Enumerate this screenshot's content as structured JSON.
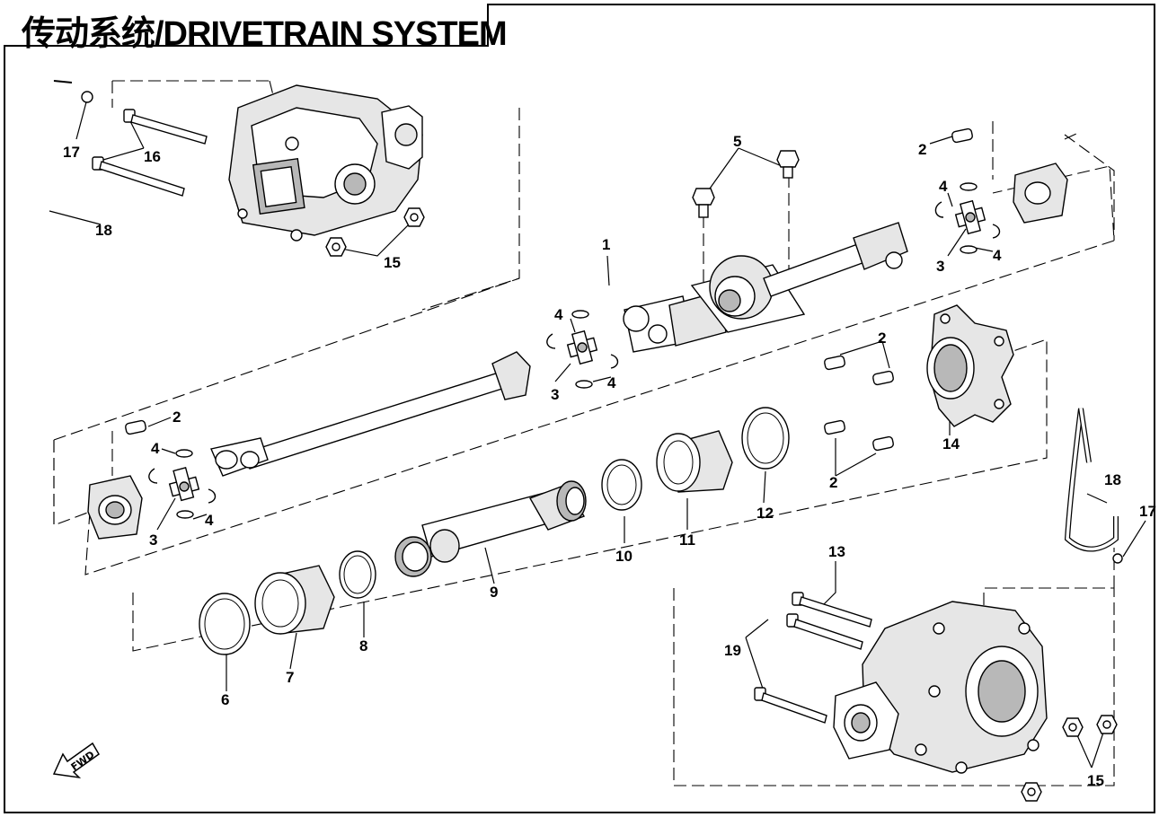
{
  "title": "传动系统/DRIVETRAIN SYSTEM",
  "fwd_label": "FWD",
  "callouts": {
    "c1": "1",
    "c2a": "2",
    "c2b": "2",
    "c2c": "2",
    "c2d": "2",
    "c3a": "3",
    "c3b": "3",
    "c3c": "3",
    "c4a": "4",
    "c4b": "4",
    "c4c": "4",
    "c4d": "4",
    "c4e": "4",
    "c4f": "4",
    "c5": "5",
    "c6": "6",
    "c7": "7",
    "c8": "8",
    "c9": "9",
    "c10": "10",
    "c11": "11",
    "c12": "12",
    "c13": "13",
    "c14": "14",
    "c15a": "15",
    "c15b": "15",
    "c16": "16",
    "c17a": "17",
    "c17b": "17",
    "c18a": "18",
    "c18b": "18",
    "c19": "19"
  }
}
